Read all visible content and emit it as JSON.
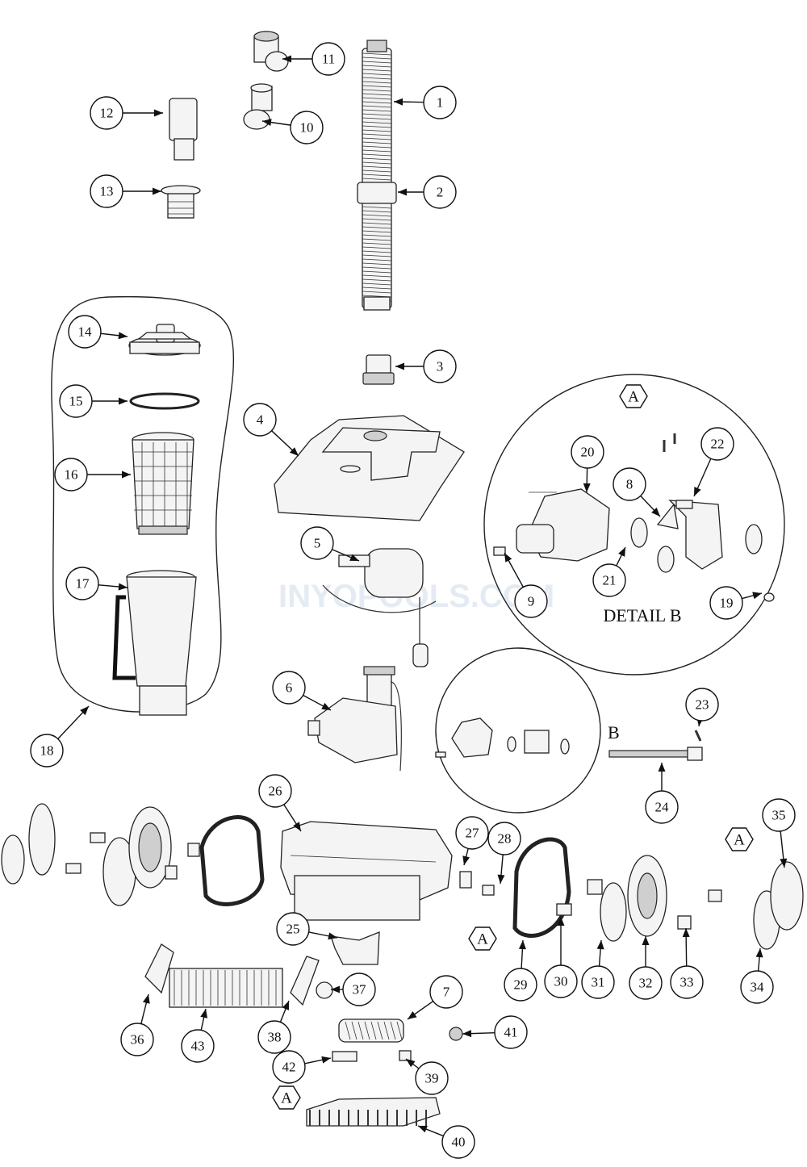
{
  "diagram": {
    "detail_title": "DETAIL B",
    "detail_ref": "B",
    "hex_label": "A",
    "watermark": "INYOPOOLS.COM",
    "callouts": [
      "1",
      "2",
      "3",
      "4",
      "5",
      "6",
      "7",
      "8",
      "9",
      "10",
      "11",
      "12",
      "13",
      "14",
      "15",
      "16",
      "17",
      "18",
      "19",
      "20",
      "21",
      "22",
      "23",
      "24",
      "25",
      "26",
      "27",
      "28",
      "29",
      "30",
      "31",
      "32",
      "33",
      "34",
      "35",
      "36",
      "37",
      "38",
      "39",
      "40",
      "41",
      "42",
      "43"
    ]
  }
}
